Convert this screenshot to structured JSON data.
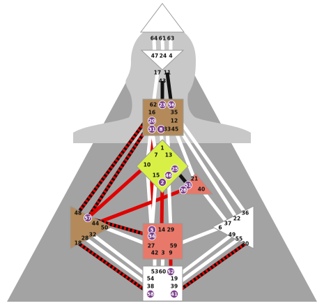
{
  "colors": {
    "background": "#ffffff",
    "outer_triangle": "#a3a3a3",
    "silhouette": "#c8c8c8",
    "center_open": "#ffffff",
    "center_stroke": "#9a9a9a",
    "channel_open": "#ffffff",
    "defined_black": "#111111",
    "defined_red": "#e00000",
    "g_center": "#d8f046",
    "throat_spleen_root": "#b48a5a",
    "ego_sacral": "#e8796a",
    "gate_circle": "#7b3f8c",
    "gate_circle_text": "#ffffff",
    "gate_text": "#111111"
  },
  "centers": {
    "head": "head-center",
    "ajna": "ajna-center",
    "throat": "throat-center",
    "g": "g-center",
    "ego": "ego-center",
    "spleen": "spleen-center",
    "solar_plexus": "solar-plexus-center",
    "sacral": "sacral-center",
    "root": "root-center"
  },
  "gates": [
    {
      "id": "g64",
      "label": "64",
      "hl": false
    },
    {
      "id": "g61",
      "label": "61",
      "hl": false
    },
    {
      "id": "g63",
      "label": "63",
      "hl": false
    },
    {
      "id": "g47",
      "label": "47",
      "hl": false
    },
    {
      "id": "g24",
      "label": "24",
      "hl": false
    },
    {
      "id": "g4",
      "label": "4",
      "hl": false
    },
    {
      "id": "g17",
      "label": "17",
      "hl": false
    },
    {
      "id": "g11",
      "label": "11",
      "hl": false
    },
    {
      "id": "g43",
      "label": "43",
      "hl": false
    },
    {
      "id": "g62",
      "label": "62",
      "hl": false
    },
    {
      "id": "g23",
      "label": "23",
      "hl": true
    },
    {
      "id": "g56",
      "label": "56",
      "hl": true
    },
    {
      "id": "g16",
      "label": "16",
      "hl": false
    },
    {
      "id": "g35",
      "label": "35",
      "hl": false
    },
    {
      "id": "g20",
      "label": "20",
      "hl": true
    },
    {
      "id": "g12",
      "label": "12",
      "hl": false
    },
    {
      "id": "g31",
      "label": "31",
      "hl": true
    },
    {
      "id": "g8",
      "label": "8",
      "hl": true
    },
    {
      "id": "g33",
      "label": "33",
      "hl": false
    },
    {
      "id": "g45",
      "label": "45",
      "hl": false
    },
    {
      "id": "g1",
      "label": "1",
      "hl": false
    },
    {
      "id": "g7",
      "label": "7",
      "hl": false
    },
    {
      "id": "g13",
      "label": "13",
      "hl": false
    },
    {
      "id": "g10",
      "label": "10",
      "hl": false
    },
    {
      "id": "g25",
      "label": "25",
      "hl": true
    },
    {
      "id": "g15",
      "label": "15",
      "hl": false
    },
    {
      "id": "g46",
      "label": "46",
      "hl": true
    },
    {
      "id": "g2",
      "label": "2",
      "hl": true
    },
    {
      "id": "g21",
      "label": "21",
      "hl": false
    },
    {
      "id": "g51",
      "label": "51",
      "hl": true
    },
    {
      "id": "g26",
      "label": "26",
      "hl": true
    },
    {
      "id": "g40",
      "label": "40",
      "hl": false
    },
    {
      "id": "g48",
      "label": "48",
      "hl": false
    },
    {
      "id": "g57",
      "label": "57",
      "hl": true
    },
    {
      "id": "g44",
      "label": "44",
      "hl": false
    },
    {
      "id": "g50",
      "label": "50",
      "hl": false
    },
    {
      "id": "g32",
      "label": "32",
      "hl": false
    },
    {
      "id": "g28",
      "label": "28",
      "hl": false
    },
    {
      "id": "g18",
      "label": "18",
      "hl": false
    },
    {
      "id": "g5",
      "label": "5",
      "hl": true
    },
    {
      "id": "g14",
      "label": "14",
      "hl": false
    },
    {
      "id": "g29",
      "label": "29",
      "hl": false
    },
    {
      "id": "g34",
      "label": "34",
      "hl": true
    },
    {
      "id": "g27",
      "label": "27",
      "hl": false
    },
    {
      "id": "g59",
      "label": "59",
      "hl": false
    },
    {
      "id": "g42",
      "label": "42",
      "hl": false
    },
    {
      "id": "g3",
      "label": "3",
      "hl": false
    },
    {
      "id": "g9",
      "label": "9",
      "hl": false
    },
    {
      "id": "g36",
      "label": "36",
      "hl": false
    },
    {
      "id": "g22",
      "label": "22",
      "hl": false
    },
    {
      "id": "g37",
      "label": "37",
      "hl": false
    },
    {
      "id": "g6",
      "label": "6",
      "hl": false
    },
    {
      "id": "g49",
      "label": "49",
      "hl": false
    },
    {
      "id": "g55",
      "label": "55",
      "hl": false
    },
    {
      "id": "g30",
      "label": "30",
      "hl": false
    },
    {
      "id": "g53",
      "label": "53",
      "hl": false
    },
    {
      "id": "g60",
      "label": "60",
      "hl": false
    },
    {
      "id": "g52",
      "label": "52",
      "hl": true
    },
    {
      "id": "g54",
      "label": "54",
      "hl": false
    },
    {
      "id": "g19",
      "label": "19",
      "hl": false
    },
    {
      "id": "g38",
      "label": "38",
      "hl": false
    },
    {
      "id": "g39",
      "label": "39",
      "hl": false
    },
    {
      "id": "g58",
      "label": "58",
      "hl": true
    },
    {
      "id": "g41",
      "label": "41",
      "hl": true
    }
  ],
  "channels": [
    {
      "from": "64",
      "to": "47",
      "def": "none"
    },
    {
      "from": "61",
      "to": "24",
      "def": "none"
    },
    {
      "from": "63",
      "to": "4",
      "def": "none"
    },
    {
      "from": "17",
      "to": "62",
      "def": "none"
    },
    {
      "from": "43",
      "to": "23",
      "def": "black"
    },
    {
      "from": "11",
      "to": "56",
      "def": "black"
    },
    {
      "from": "16",
      "to": "48",
      "def": "black_red"
    },
    {
      "from": "20",
      "to": "57",
      "def": "black_red"
    },
    {
      "from": "20",
      "to": "34",
      "def": "red"
    },
    {
      "from": "20",
      "to": "10",
      "def": "none"
    },
    {
      "from": "31",
      "to": "7",
      "def": "none"
    },
    {
      "from": "8",
      "to": "1",
      "def": "none"
    },
    {
      "from": "33",
      "to": "13",
      "def": "none"
    },
    {
      "from": "45",
      "to": "21",
      "def": "none"
    },
    {
      "from": "35",
      "to": "36",
      "def": "none"
    },
    {
      "from": "12",
      "to": "22",
      "def": "none"
    },
    {
      "from": "10",
      "to": "34",
      "def": "none"
    },
    {
      "from": "10",
      "to": "57",
      "def": "red"
    },
    {
      "from": "25",
      "to": "51",
      "def": "black"
    },
    {
      "from": "26",
      "to": "44",
      "def": "red"
    },
    {
      "from": "40",
      "to": "37",
      "def": "none"
    },
    {
      "from": "15",
      "to": "5",
      "def": "none"
    },
    {
      "from": "46",
      "to": "29",
      "def": "none"
    },
    {
      "from": "2",
      "to": "14",
      "def": "red"
    },
    {
      "from": "57",
      "to": "34",
      "def": "black_red"
    },
    {
      "from": "50",
      "to": "27",
      "def": "none"
    },
    {
      "from": "32",
      "to": "54",
      "def": "none"
    },
    {
      "from": "28",
      "to": "38",
      "def": "none"
    },
    {
      "from": "18",
      "to": "58",
      "def": "black_red"
    },
    {
      "from": "6",
      "to": "59",
      "def": "none"
    },
    {
      "from": "37",
      "to": "40",
      "def": "none"
    },
    {
      "from": "49",
      "to": "19",
      "def": "none"
    },
    {
      "from": "55",
      "to": "39",
      "def": "none"
    },
    {
      "from": "30",
      "to": "41",
      "def": "black_red"
    },
    {
      "from": "42",
      "to": "53",
      "def": "none"
    },
    {
      "from": "3",
      "to": "60",
      "def": "none"
    },
    {
      "from": "9",
      "to": "52",
      "def": "red"
    }
  ]
}
